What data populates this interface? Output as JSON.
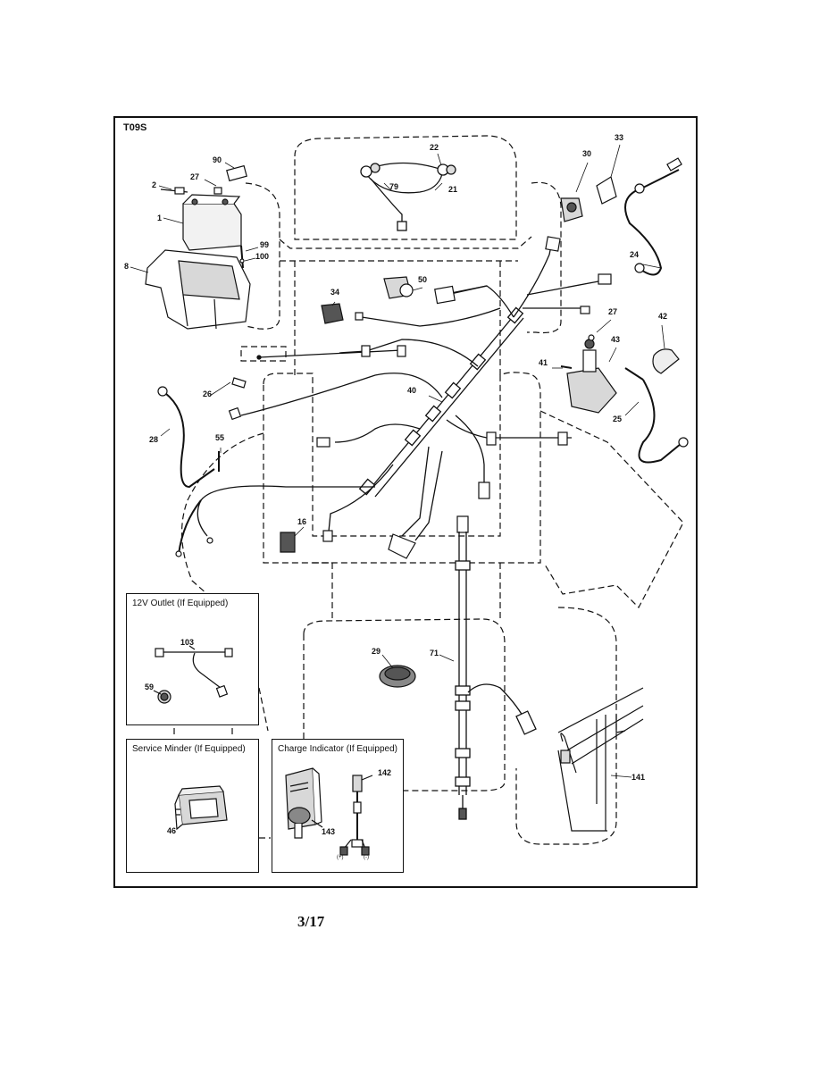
{
  "diagram": {
    "code": "T09S",
    "page_number": "3/17",
    "insets": {
      "outlet": {
        "title": "12V Outlet (If Equipped)"
      },
      "service_minder": {
        "title": "Service Minder (If Equipped)"
      },
      "charge_indicator": {
        "title": "Charge Indicator (If Equipped)",
        "pos_label": "(+)",
        "neg_label": "(-)"
      }
    },
    "callouts": {
      "c1": "1",
      "c2": "2",
      "c8": "8",
      "c16": "16",
      "c21": "21",
      "c22": "22",
      "c24": "24",
      "c25": "25",
      "c26": "26",
      "c27a": "27",
      "c27b": "27",
      "c28": "28",
      "c29": "29",
      "c30": "30",
      "c33": "33",
      "c34": "34",
      "c40": "40",
      "c41": "41",
      "c42": "42",
      "c43": "43",
      "c46": "46",
      "c50": "50",
      "c55": "55",
      "c59": "59",
      "c71": "71",
      "c79": "79",
      "c90": "90",
      "c99": "99",
      "c100": "100",
      "c103": "103",
      "c141": "141",
      "c142": "142",
      "c143": "143"
    },
    "colors": {
      "line": "#111111",
      "fill_light": "#d8d8d8",
      "fill_dark": "#555555"
    }
  }
}
